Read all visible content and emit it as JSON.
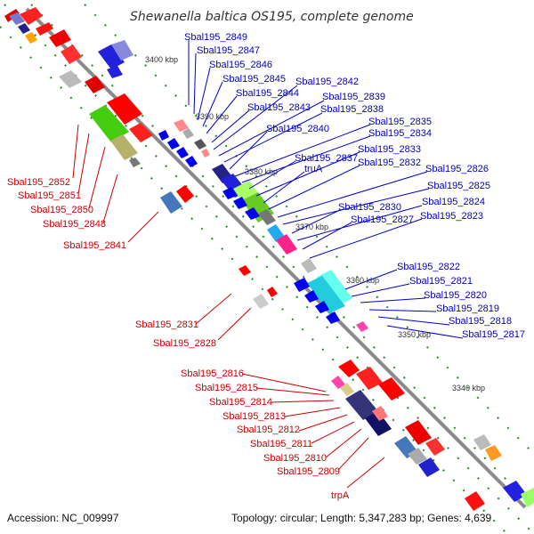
{
  "title": "Shewanella baltica OS195, complete genome",
  "footer": {
    "accession": "Accession: NC_009997",
    "topology": "Topology: circular; Length: 5,347,283 bp; Genes: 4,639"
  },
  "colors": {
    "forward_label": "#0000cc",
    "reverse_label": "#cc0000",
    "backbone": "#8a8a8a",
    "tick": "#228b22"
  },
  "kbp_labels": [
    "3400 kbp",
    "3390 kbp",
    "3380 kbp",
    "3370 kbp",
    "3360 kbp",
    "3350 kbp",
    "3340 kbp"
  ],
  "forward_genes": [
    "Sbal195_2849",
    "Sbal195_2847",
    "Sbal195_2846",
    "Sbal195_2845",
    "Sbal195_2844",
    "Sbal195_2843",
    "Sbal195_2842",
    "Sbal195_2839",
    "Sbal195_2838",
    "Sbal195_2840",
    "Sbal195_2835",
    "Sbal195_2834",
    "Sbal195_2837",
    "Sbal195_2833",
    "truA",
    "Sbal195_2832",
    "Sbal195_2826",
    "Sbal195_2825",
    "Sbal195_2830",
    "Sbal195_2824",
    "Sbal195_2827",
    "Sbal195_2823",
    "Sbal195_2822",
    "Sbal195_2821",
    "Sbal195_2820",
    "Sbal195_2819",
    "Sbal195_2818",
    "Sbal195_2817"
  ],
  "reverse_genes": [
    "Sbal195_2852",
    "Sbal195_2851",
    "Sbal195_2850",
    "Sbal195_2848",
    "Sbal195_2841",
    "Sbal195_2831",
    "Sbal195_2828",
    "Sbal195_2816",
    "Sbal195_2815",
    "Sbal195_2814",
    "Sbal195_2813",
    "Sbal195_2812",
    "Sbal195_2811",
    "Sbal195_2810",
    "Sbal195_2809",
    "trpA"
  ]
}
